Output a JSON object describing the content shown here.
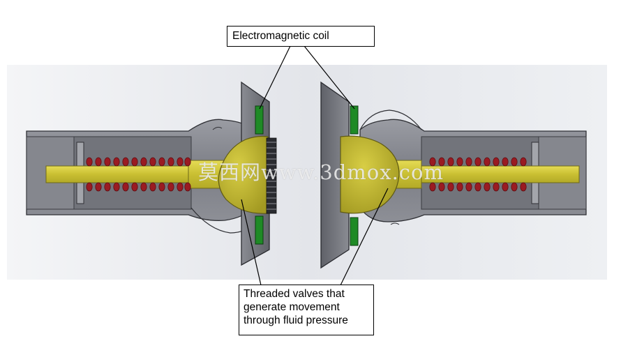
{
  "labels": {
    "coil": "Electromagnetic coil",
    "valves": [
      "Threaded valves that",
      "generate movement",
      "through fluid pressure"
    ]
  },
  "watermark": "莫西网www.3dmox.com",
  "colors": {
    "body": "#808289",
    "body_dark": "#2f3035",
    "shaft": "#cfc538",
    "spring": "#9a1b22",
    "coil": "#1f8a26",
    "valve": "#c2b93a",
    "background_panel": "#e9ebef"
  }
}
